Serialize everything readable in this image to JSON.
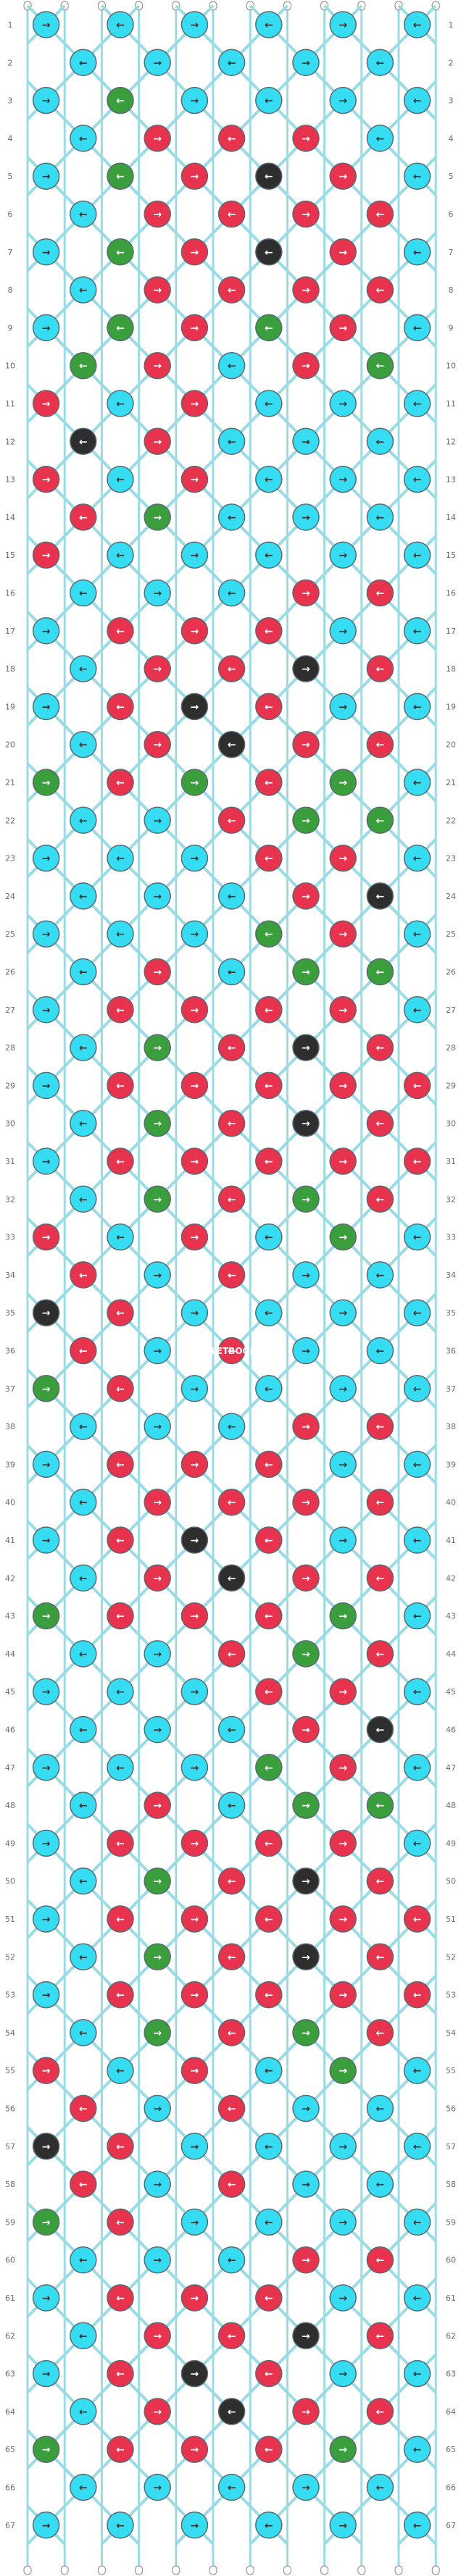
{
  "watermark": "BRACELETBOOK.COM",
  "pattern": {
    "rows": 67,
    "strings": 12,
    "colors": {
      "C": "#35dcf2",
      "R": "#e8334e",
      "G": "#3b9e3d",
      "K": "#2e2e2e"
    },
    "row_labels": [
      "1",
      "2",
      "3",
      "4",
      "5",
      "6",
      "7",
      "8",
      "9",
      "10",
      "11",
      "12",
      "13",
      "14",
      "15",
      "16",
      "17",
      "18",
      "19",
      "20",
      "21",
      "22",
      "23",
      "24",
      "25",
      "26",
      "27",
      "28",
      "29",
      "30",
      "31",
      "32",
      "33",
      "34",
      "35",
      "36",
      "37",
      "38",
      "39",
      "40",
      "41",
      "42",
      "43",
      "44",
      "45",
      "46",
      "47",
      "48",
      "49",
      "50",
      "51",
      "52",
      "53",
      "54",
      "55",
      "56",
      "57",
      "58",
      "59",
      "60",
      "61",
      "62",
      "63",
      "64",
      "65",
      "66",
      "67"
    ],
    "knot_colors": [
      "CCCCCC",
      "CCCCC",
      "CGCCCC",
      "CRRRC",
      "CGRKRC",
      "CRRRR",
      "CGRKRC",
      "CRRRRR",
      "CGRGRC",
      "GRCRG",
      "RCRC",
      "KRCC",
      "RCRCC",
      "RGCCC",
      "RCCCC",
      "CCCRR",
      "CRRRC",
      "CRRKRC",
      "CRKRC",
      "CRKRRC",
      "GRGRGC",
      "CCRGG",
      "CCCRR",
      "CCCRK",
      "CCCGR",
      "CRCGGC",
      "CRRRR",
      "CGRKRC",
      "CRRRRR",
      "CGRKRC",
      "CRRRRR",
      "CGRGRC",
      "RCRCG",
      "RCRCC",
      "KRCCC",
      "RCRCC",
      "GRCCC",
      "CCCRR",
      "CRRRC",
      "CRRRRC",
      "CRKRC",
      "CRKRRC",
      "GRRRGC",
      "CCRGR",
      "CCCRR",
      "CCCRK",
      "CCCGR",
      "CRCGGC",
      "CRRRR",
      "CGRKRC",
      "CRRRRR",
      "CGRKRC",
      "CRRRRR",
      "CGRGRC",
      "RCRCG",
      "RCRCC",
      "KRCCC",
      "RCRCC",
      "GRCCC",
      "CCCRR",
      "CRRRC",
      "CRRKRC",
      "CRKRC",
      "CRKRRC",
      "GRRRGC",
      "CCCCCC",
      "CCCCC"
    ],
    "arrow_colors": {
      "C": "#333333",
      "R": "#ffffff",
      "G": "#ffffff",
      "K": "#ffffff"
    }
  }
}
